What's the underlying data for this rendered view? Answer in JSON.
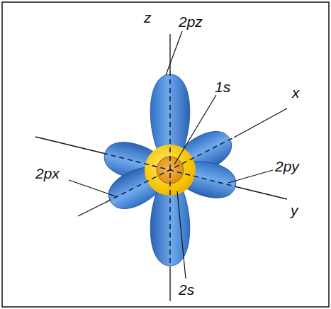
{
  "diagram": {
    "labels": [
      "z",
      "2pz",
      "1s",
      "x",
      "2px",
      "2py",
      "y",
      "2s"
    ]
  }
}
